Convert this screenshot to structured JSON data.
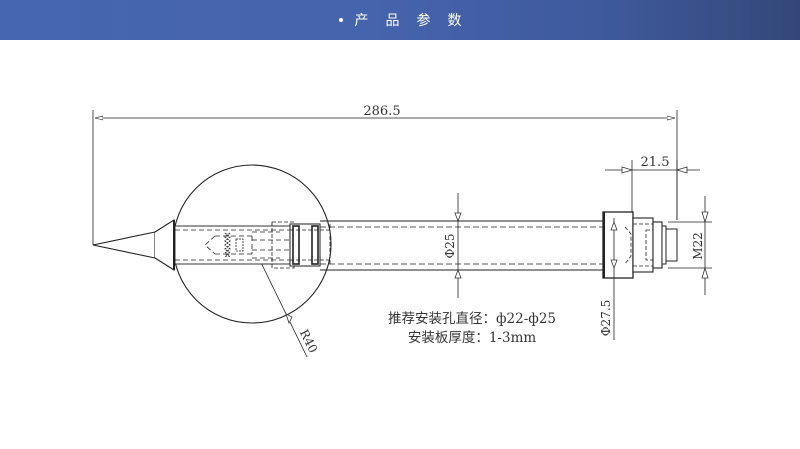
{
  "header": {
    "title": "产品参数",
    "title_chars": [
      "产",
      "品",
      "参",
      "数"
    ],
    "background_color_start": "#4566b0",
    "background_color_end": "#334778"
  },
  "drawing": {
    "line_color": "#222222",
    "dimensions": {
      "overall_length": "286.5",
      "connector_length": "21.5",
      "tube_diameter": "Φ25",
      "nut_diameter": "Φ27.5",
      "thread": "M22",
      "radius": "R40"
    }
  },
  "notes": {
    "line1": "推荐安装孔直径：ф22-ф25",
    "line2": "安装板厚度：1-3mm"
  }
}
